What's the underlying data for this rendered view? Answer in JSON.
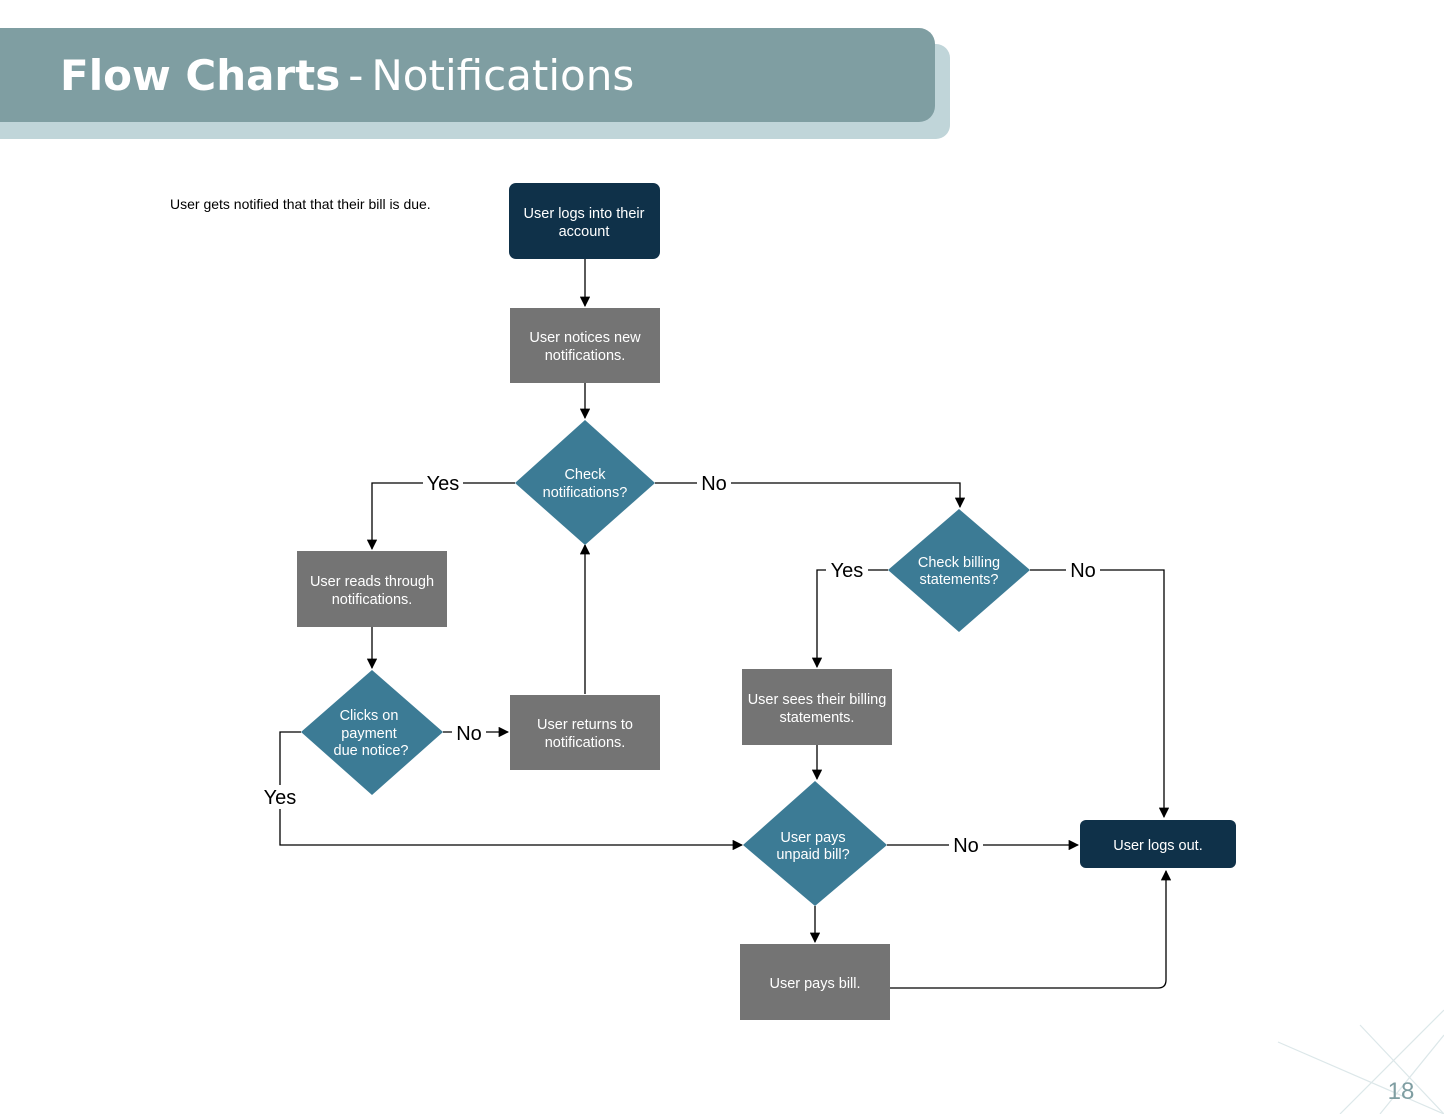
{
  "header": {
    "title_strong": "Flow Charts",
    "title_separator": "-",
    "title_light": "Notifications"
  },
  "intro_note": "User gets notified that that their bill is due.",
  "page_number": "18",
  "colors": {
    "banner": "#7f9ea2",
    "banner_shadow": "#c0d5d9",
    "terminal": "#0f3149",
    "process": "#747474",
    "decision": "#3c7b95"
  },
  "flowchart": {
    "nodes": {
      "login": [
        "User logs into their",
        "account"
      ],
      "notice": [
        "User notices new",
        "notifications."
      ],
      "check_notifications": [
        "Check",
        "notifications?"
      ],
      "reads": [
        "User reads through",
        "notifications."
      ],
      "clicks": [
        "Clicks on",
        "payment",
        "due notice?"
      ],
      "returns": [
        "User returns to",
        "notifications."
      ],
      "check_billing": [
        "Check billing",
        "statements?"
      ],
      "sees_billing": [
        "User sees their billing",
        "statements."
      ],
      "pays_unpaid": [
        "User pays",
        "unpaid bill?"
      ],
      "pays_bill": [
        "User pays bill."
      ],
      "logout": [
        "User logs out."
      ]
    },
    "edge_labels": {
      "check_yes": "Yes",
      "check_no": "No",
      "billing_yes": "Yes",
      "billing_no": "No",
      "clicks_no": "No",
      "clicks_yes": "Yes",
      "pays_no": "No"
    }
  }
}
